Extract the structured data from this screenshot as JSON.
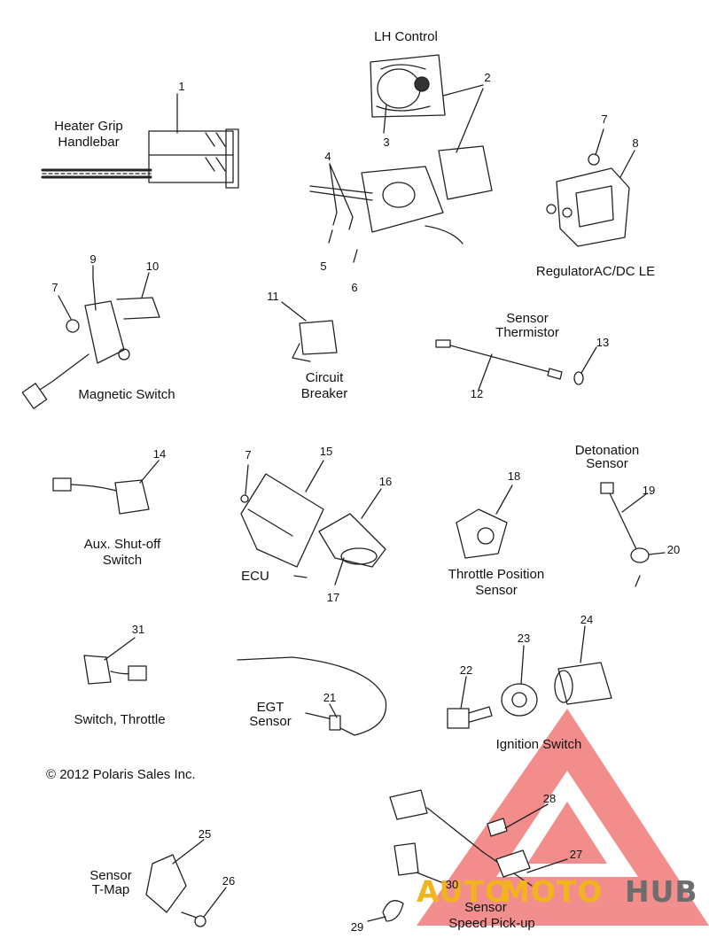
{
  "labels": {
    "lh_control": "LH Control",
    "heater_grip": "Heater Grip",
    "handlebar": "Handlebar",
    "regulator": "RegulatorAC/DC LE",
    "magnetic_switch": "Magnetic Switch",
    "circuit": "Circuit",
    "breaker": "Breaker",
    "sensor_thermistor_1": "Sensor",
    "sensor_thermistor_2": "Thermistor",
    "detonation": "Detonation",
    "detonation_sensor": "Sensor",
    "aux_shutoff": "Aux. Shut-off",
    "aux_switch": "Switch",
    "ecu": "ECU",
    "throttle_position": "Throttle Position",
    "throttle_position_sensor": "Sensor",
    "switch_throttle": "Switch, Throttle",
    "egt": "EGT",
    "egt_sensor": "Sensor",
    "ignition_switch": "Ignition Switch",
    "sensor_tmap_1": "Sensor",
    "sensor_tmap_2": "T-Map",
    "speed_pickup_1": "Sensor",
    "speed_pickup_2": "Speed Pick-up"
  },
  "copyright": "© 2012 Polaris Sales Inc.",
  "part_numbers": {
    "n1": "1",
    "n2": "2",
    "n3": "3",
    "n4": "4",
    "n5": "5",
    "n6": "6",
    "n7a": "7",
    "n7b": "7",
    "n7c": "7",
    "n8": "8",
    "n9": "9",
    "n10": "10",
    "n11": "11",
    "n12": "12",
    "n13": "13",
    "n14": "14",
    "n15": "15",
    "n16": "16",
    "n17": "17",
    "n18": "18",
    "n19": "19",
    "n20": "20",
    "n21": "21",
    "n22": "22",
    "n23": "23",
    "n24": "24",
    "n25": "25",
    "n26": "26",
    "n27": "27",
    "n28": "28",
    "n29": "29",
    "n30": "30",
    "n31": "31"
  },
  "watermark": {
    "text_auto": "AUTO",
    "text_moto": "MOTO",
    "text_hub": "HUB",
    "color_red": "#e8312f",
    "color_gold": "#f2b41e",
    "color_gray": "#6d6d6d"
  }
}
